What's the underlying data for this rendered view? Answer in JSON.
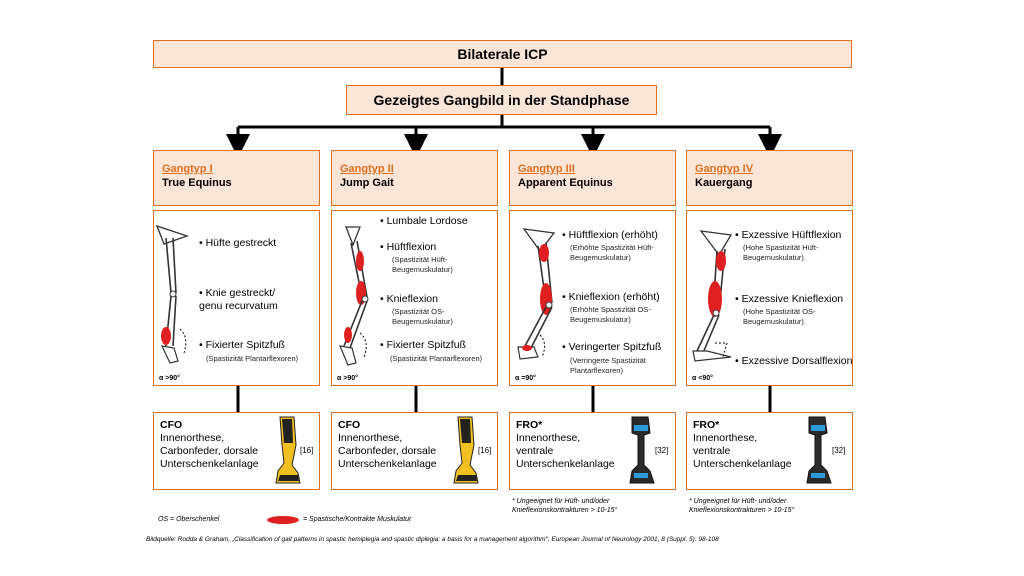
{
  "title": "Bilaterale ICP",
  "subtitle": "Gezeigtes Gangbild in der Standphase",
  "types": [
    {
      "link": "Gangtyp I",
      "name": "True Equinus",
      "bullets": [
        {
          "text": "Hüfte gestreckt",
          "sub": ""
        },
        {
          "text": "Knie gestreckt/\ngenu recurvatum",
          "sub": ""
        },
        {
          "text": "Fixierter Spitzfuß",
          "sub": "(Spastizität Plantarflexoren)"
        }
      ],
      "angle": "α >90°",
      "orthosis": {
        "title": "CFO",
        "desc": "Innenorthese,\nCarbonfeder, dorsale\nUnterschenkelanlage",
        "ref": "[16]"
      }
    },
    {
      "link": "Gangtyp II",
      "name": "Jump Gait",
      "bullets": [
        {
          "text": "Lumbale Lordose",
          "sub": ""
        },
        {
          "text": "Hüftflexion",
          "sub": "(Spastizität Hüft-\nBeugemuskulatur)"
        },
        {
          "text": "Knieflexion",
          "sub": "(Spastizität OS-\nBeugemuskulatur)"
        },
        {
          "text": "Fixierter Spitzfuß",
          "sub": "(Spastizität Plantarflexoren)"
        }
      ],
      "angle": "α >90°",
      "orthosis": {
        "title": "CFO",
        "desc": "Innenorthese,\nCarbonfeder, dorsale\nUnterschenkelanlage",
        "ref": "[16]"
      }
    },
    {
      "link": "Gangtyp III",
      "name": "Apparent Equinus",
      "bullets": [
        {
          "text": "Hüftflexion (erhöht)",
          "sub": "(Erhöhte Spastizität Hüft-\nBeugemuskulatur)"
        },
        {
          "text": "Knieflexion (erhöht)",
          "sub": "(Erhöhte Spastizität OS-\nBeugemuskulatur)"
        },
        {
          "text": "Veringerter Spitzfuß",
          "sub": "(Verringerte Spastizität\nPlantarflexoren)"
        }
      ],
      "angle": "α =90°",
      "orthosis": {
        "title": "FRO*",
        "desc": "Innenorthese,\nventrale\nUnterschenkelanlage",
        "ref": "[32]"
      },
      "note": "* Ungeeignet für Hüft- und/oder\nKnieflexionskontrakturen > 10-15°"
    },
    {
      "link": "Gangtyp IV",
      "name": "Kauergang",
      "bullets": [
        {
          "text": "Exzessive Hüftflexion",
          "sub": "(Hohe Spastizität Hüft-\nBeugemuskulatur)"
        },
        {
          "text": "Exzessive Knieflexion",
          "sub": "(Hohe Spastizität OS-\nBeugemuskulatur)"
        },
        {
          "text": "Exzessive Dorsalflexion",
          "sub": ""
        }
      ],
      "angle": "α <90°",
      "orthosis": {
        "title": "FRO*",
        "desc": "Innenorthese,\nventrale\nUnterschenkelanlage",
        "ref": "[32]"
      },
      "note": "* Ungeeignet für Hüft- und/oder\nKnieflexionskontrakturen > 10-15°"
    }
  ],
  "legend": {
    "os": "OS = Oberschenkel",
    "muscle": "= Spastische/Kontrakte Muskulatur"
  },
  "source": "Bildquelle: Rodda & Graham, „Classification of gait patterns in spastic hemiplegia and spastic diplegia: a basis for a management algorithm“, European Journal of Neurology 2001, 8 (Suppl. 5): 98-108",
  "colors": {
    "border": "#e07020",
    "fill": "#fbe5d6",
    "muscle": "#e02020",
    "orthosis": "#f0c020"
  }
}
